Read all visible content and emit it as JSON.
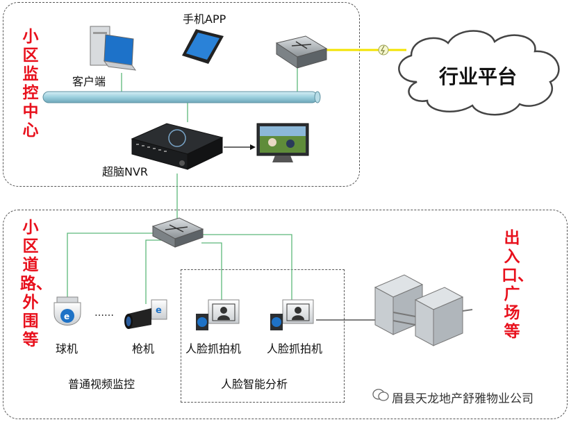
{
  "regions": {
    "top": {
      "title": "小区监控中心"
    },
    "bottom_left": {
      "title": "小区道路、外围等"
    },
    "bottom_right": {
      "title": "出入口、广场等"
    }
  },
  "nodes": {
    "phone_app": "手机APP",
    "client": "客户端",
    "nvr": "超脑NVR",
    "platform": "行业平台",
    "dome_camera": "球机",
    "bullet_camera": "枪机",
    "face_camera_1": "人脸抓拍机",
    "face_camera_2": "人脸抓拍机",
    "ellipsis": "……"
  },
  "groups": {
    "video_monitoring": "普通视频监控",
    "face_analysis": "人脸智能分析"
  },
  "footer": {
    "text": "眉县天龙地产舒雅物业公司"
  },
  "colors": {
    "link": "#5cb87a",
    "accent_red": "#e8101c",
    "wan_link": "#f3e300",
    "bus": "#8fc8d8"
  }
}
